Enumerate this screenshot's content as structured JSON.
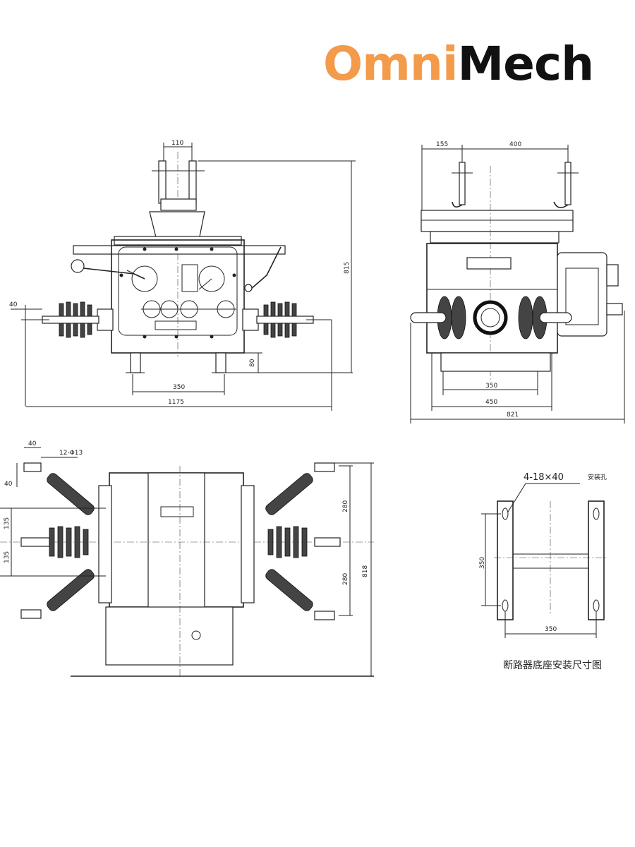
{
  "brand": {
    "part1": "Omni",
    "part2": "Mech",
    "accent_color": "#f39a4b",
    "text_color": "#111111"
  },
  "front_view": {
    "dim_110": "110",
    "dim_815": "815",
    "dim_40": "40",
    "dim_80": "80",
    "dim_350": "350",
    "dim_1175": "1175"
  },
  "side_view": {
    "dim_155": "155",
    "dim_400": "400",
    "dim_350": "350",
    "dim_450": "450",
    "dim_821": "821"
  },
  "top_view": {
    "dim_40": "40",
    "dim_12_13": "12-Φ13",
    "dim_40v": "40",
    "dim_135a": "135",
    "dim_135b": "135",
    "dim_280a": "280",
    "dim_280b": "280",
    "dim_818": "818"
  },
  "base_view": {
    "holes": "4-18×40",
    "holes_note": "安装孔",
    "dim_350v": "350",
    "dim_350h": "350",
    "caption": "断路器底座安装尺寸图"
  }
}
